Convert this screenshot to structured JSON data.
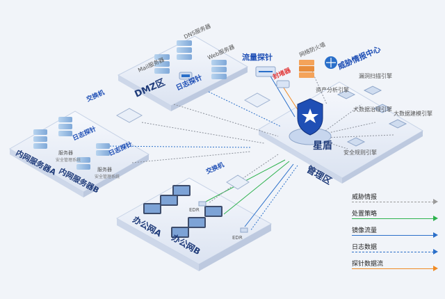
{
  "zones": {
    "dmz": "DMZ区",
    "mgmt": "管理区",
    "office_a": "办公网A",
    "office_b": "办公网B",
    "intranet_a": "内网服务器A",
    "intranet_b": "内网服务器B"
  },
  "labels": {
    "dns_server": "DNS服务器",
    "web_server": "Web服务器",
    "mail_server": "Mail服务器",
    "log_probe_dmz": "日志探针",
    "log_probe_a": "日志探针",
    "log_probe_b": "日志探针",
    "traffic_probe": "流量探针",
    "switch_left": "交换机",
    "switch_bottom": "交换机",
    "blocker": "封堵器",
    "firewall": "网络防火墙",
    "threat_intel": "威胁情报中心",
    "asset_engine": "资产分析引擎",
    "vuln_engine": "漏洞扫描引擎",
    "bigdata_gov": "大数据治理引擎",
    "bigdata_model": "大数据建模引擎",
    "security_rules": "安全规则引擎",
    "core": "星盾",
    "server_a": "服务器",
    "sec_sys_a": "安全管理系统",
    "server_b": "服务器",
    "sec_sys_b": "安全管理系统",
    "edr_1": "EDR",
    "edr_2": "EDR"
  },
  "legend": [
    {
      "label": "威胁情报",
      "color": "#9a9a9a",
      "style": "dashed"
    },
    {
      "label": "处置策略",
      "color": "#2db24d",
      "style": "solid"
    },
    {
      "label": "镜像流量",
      "color": "#2a6fc9",
      "style": "solid"
    },
    {
      "label": "日志数据",
      "color": "#2a6fc9",
      "style": "dashed"
    },
    {
      "label": "探针数据流",
      "color": "#f08a24",
      "style": "solid"
    }
  ],
  "colors": {
    "brand_blue": "#1f4fb5",
    "platform": "#dfe7f4",
    "server": "#8fb7e0",
    "label_red": "#e23b3b"
  }
}
